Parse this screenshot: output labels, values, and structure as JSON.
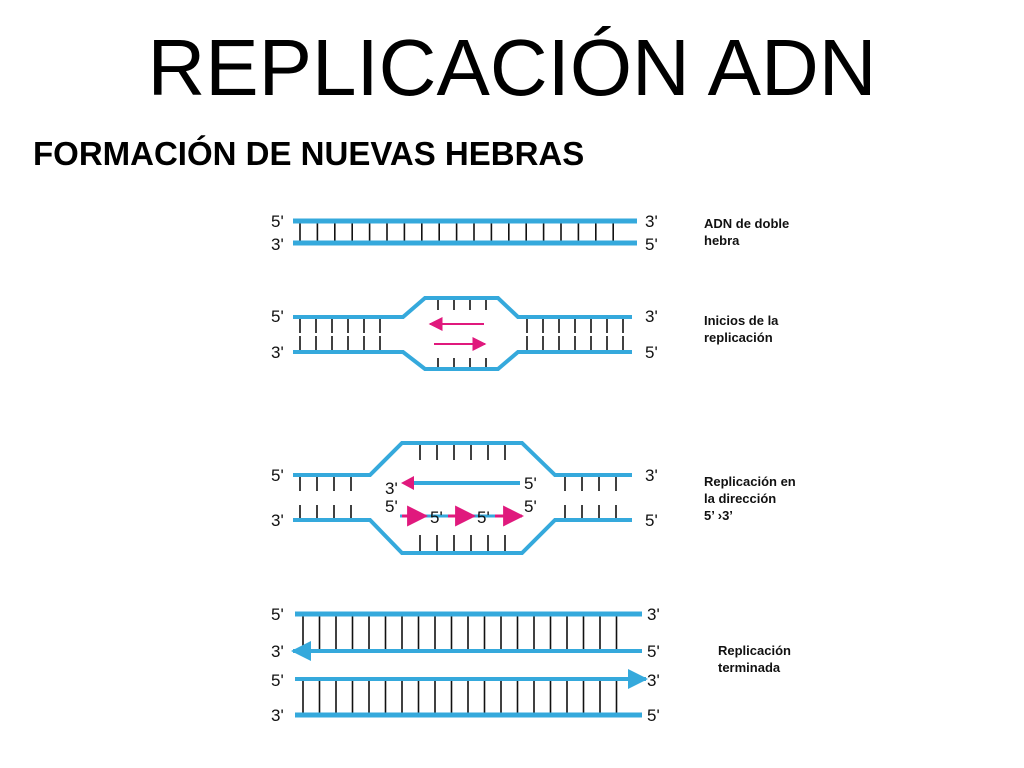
{
  "title": "REPLICACIÓN ADN",
  "subtitle": "FORMACIÓN DE NUEVAS HEBRAS",
  "colors": {
    "strand": "#35a9dc",
    "arrow": "#e0197d",
    "rung": "#111111"
  },
  "stages": [
    {
      "id": "double-strand",
      "labels": {
        "top_left": "5'",
        "top_right": "3'",
        "bottom_left": "3'",
        "bottom_right": "5'"
      },
      "caption": [
        "ADN de doble",
        "hebra"
      ]
    },
    {
      "id": "initiation",
      "labels": {
        "top_left": "5'",
        "top_right": "3'",
        "bottom_left": "3'",
        "bottom_right": "5'"
      },
      "caption": [
        "Inicios de la",
        "replicación"
      ]
    },
    {
      "id": "direction",
      "labels": {
        "top_left": "5'",
        "top_right": "3'",
        "bottom_left": "3'",
        "bottom_right": "5'"
      },
      "inner_labels": {
        "upper_left": "3'",
        "upper_right": "5'",
        "lower_left": "5'",
        "lower_mid1": "5'",
        "lower_mid2": "5'",
        "lower_right": "5'"
      },
      "caption": [
        "Replicación en",
        "la dirección",
        "5’  ›3’"
      ]
    },
    {
      "id": "finished",
      "labels": {
        "s1_left": "5'",
        "s1_right": "3'",
        "s2_left": "3'",
        "s2_right": "5'",
        "s3_left": "5'",
        "s3_right": "3'",
        "s4_left": "3'",
        "s4_right": "5'"
      },
      "caption": [
        "Replicación",
        "terminada"
      ]
    }
  ]
}
